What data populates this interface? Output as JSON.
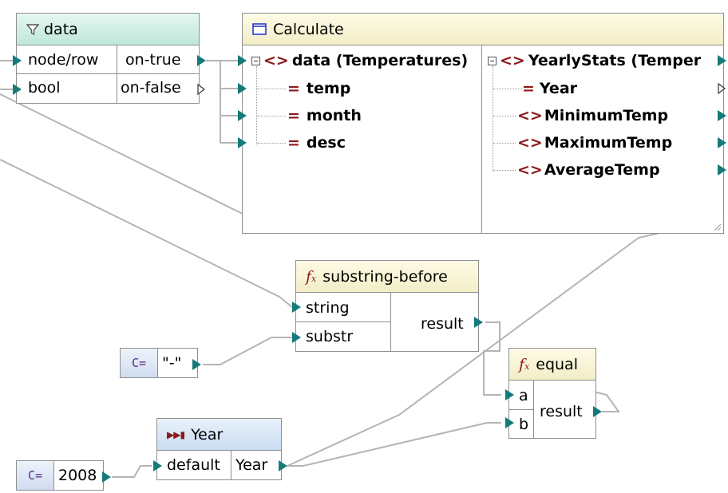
{
  "filter": {
    "title": "data",
    "inputs": [
      "node/row",
      "bool"
    ],
    "outputs": [
      "on-true",
      "on-false"
    ]
  },
  "calculate": {
    "title": "Calculate",
    "source": {
      "root": "data  (Temperatures)",
      "children": [
        "temp",
        "month",
        "desc"
      ]
    },
    "target": {
      "root": "YearlyStats  (Temper",
      "children": [
        "Year",
        "MinimumTemp",
        "MaximumTemp",
        "AverageTemp"
      ]
    }
  },
  "substring_before": {
    "title": "substring-before",
    "inputs": [
      "string",
      "substr"
    ],
    "output": "result"
  },
  "equal": {
    "title": "equal",
    "inputs": [
      "a",
      "b"
    ],
    "output": "result"
  },
  "year_input": {
    "title": "Year",
    "input": "default",
    "output": "Year"
  },
  "constants": {
    "badge": "C=",
    "dash": "\"-\"",
    "year_value": "2008"
  },
  "colors": {
    "connector": "#147a7a",
    "wire": "#b4b4b4",
    "maroon": "#8b1a1a",
    "filter_header": "#cdeee2",
    "function_header": "#f6f1d2",
    "input_header": "#d3e3f5"
  }
}
